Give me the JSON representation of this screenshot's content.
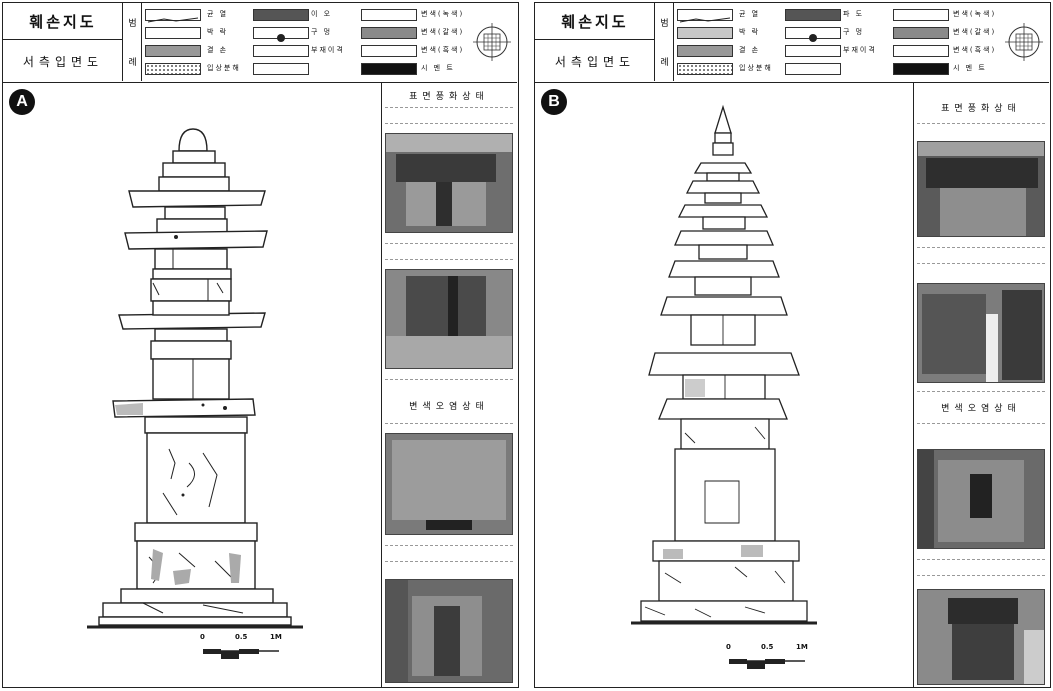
{
  "panels": [
    {
      "id": "A",
      "title_main": "훼손지도",
      "title_sub": "서측입면도",
      "legend_vertical": [
        "범",
        "례"
      ],
      "legend_rows": [
        [
          "균 열",
          "이 오",
          "변색(녹색)"
        ],
        [
          "박 락",
          "구 멍",
          "변색(갈색)"
        ],
        [
          "결 손",
          "부재이격",
          "변색(흑색)"
        ],
        [
          "입상분해",
          "",
          "시 멘 트"
        ]
      ],
      "photo_labels": [
        "표면풍화상태",
        "변색오염상태"
      ],
      "scale_labels": [
        "0",
        "0.5",
        "1M"
      ]
    },
    {
      "id": "B",
      "title_main": "훼손지도",
      "title_sub": "서측입면도",
      "legend_vertical": [
        "범",
        "례"
      ],
      "legend_rows": [
        [
          "균 열",
          "파 도",
          "변색(녹색)"
        ],
        [
          "박 락",
          "구 멍",
          "변색(갈색)"
        ],
        [
          "결 손",
          "부재이격",
          "변색(흑색)"
        ],
        [
          "입상분해",
          "",
          "시 멘 트"
        ]
      ],
      "photo_labels": [
        "표면풍화상태",
        "변색오염상태"
      ],
      "scale_labels": [
        "0",
        "0.5",
        "1M"
      ]
    }
  ],
  "colors": {
    "line": "#222222",
    "stone_fill": "#ffffff",
    "photo_dark": "#3a3a3a",
    "photo_mid": "#7a7a7a",
    "photo_light": "#b8b8b8"
  }
}
